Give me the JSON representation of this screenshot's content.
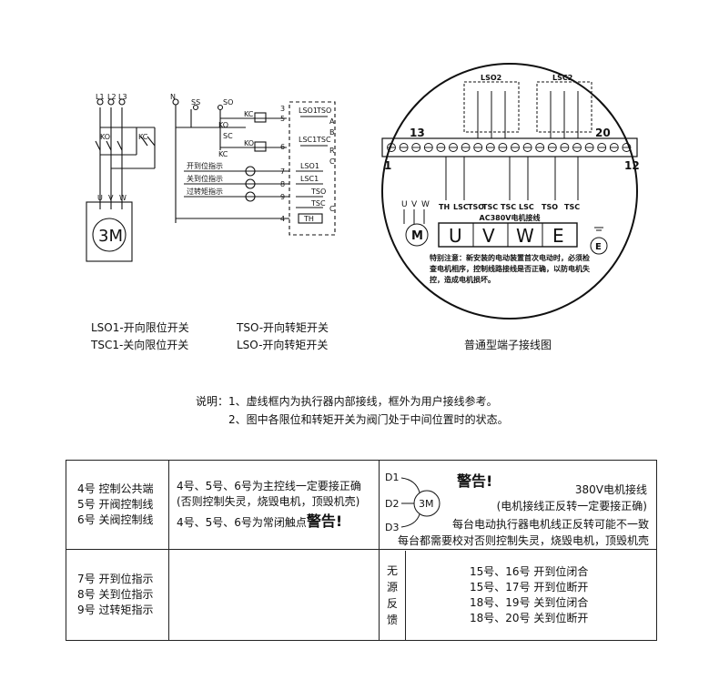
{
  "left_diagram": {
    "phases": [
      "L1",
      "L2",
      "L3",
      "N"
    ],
    "contactors": [
      "KO",
      "KC"
    ],
    "motor_label": "3M",
    "motor_terminals": [
      "U",
      "V",
      "W"
    ],
    "switch_labels": [
      "SS",
      "SO",
      "SC"
    ],
    "relay_labels": [
      "KO",
      "KC",
      "KC",
      "KO"
    ],
    "terminal_numbers": [
      "3",
      "5",
      "6",
      "7",
      "8",
      "9",
      "4"
    ],
    "limit_labels": [
      "LSO1",
      "TSO",
      "LSC1",
      "TSC",
      "LSO1",
      "LSC1",
      "TSO",
      "TSC",
      "TH"
    ],
    "indicators": [
      "开到位指示",
      "关到位指示",
      "过转矩指示"
    ],
    "small_labels": [
      "A",
      "B",
      "R",
      "C",
      "C"
    ]
  },
  "legend": [
    {
      "left": "LSO1-开向限位开关",
      "right": "TSO-开向转矩开关"
    },
    {
      "left": "TSC1-关向限位开关",
      "right": "LSO-开向转矩开关"
    }
  ],
  "right_diagram": {
    "caption": "普通型端子接线图",
    "top_labels": [
      "LSO2",
      "LSC2"
    ],
    "terminal_range_labels": [
      "13",
      "20",
      "1",
      "12"
    ],
    "bottom_labels": [
      "TH",
      "LSC",
      "TSO",
      "TSC",
      "TSC",
      "LSC",
      "TSO",
      "TSC"
    ],
    "uvw_small": [
      "U",
      "V",
      "W"
    ],
    "motor_symbol": "M",
    "box_title": "AC380V电机接线",
    "box_letters": [
      "U",
      "V",
      "W",
      "E"
    ],
    "ground_symbol": "E",
    "special_note": "特别注意：新安装的电动装置首次电动时，必须检查电机相序，控制线路接线是否正确，以防电机失控，造成电机损坏。"
  },
  "notes": {
    "title": "说明：",
    "line1": "1、虚线框内为执行器内部接线，框外为用户接线参考。",
    "line2": "2、图中各限位和转矩开关为阀门处于中间位置时的状态。"
  },
  "table": {
    "r1c1": [
      "4号 控制公共端",
      "5号 开阀控制线",
      "6号 关阀控制线"
    ],
    "r1c2_line1": "4号、5号、6号为主控线一定要接正确",
    "r1c2_line2": "(否则控制失灵，烧毁电机，顶毁机壳)",
    "r1c2_line3": "4号、5号、6号为常闭触点",
    "warning": "警告!",
    "d_labels": [
      "D1",
      "D2",
      "D3"
    ],
    "motor": "3M",
    "motor_line": "380V电机接线",
    "motor_note": "(电机接线正反转一定要接正确)",
    "motor_warn1": "每台电动执行器电机线正反转可能不一致",
    "motor_warn2": "每台都需要校对否则控制失灵，烧毁电机，顶毁机壳",
    "r2c1": [
      "7号 开到位指示",
      "8号 关到位指示",
      "9号 过转矩指示"
    ],
    "passive_label": [
      "无",
      "源",
      "反",
      "馈"
    ],
    "passive_rows": [
      "15号、16号  开到位闭合",
      "15号、17号  开到位断开",
      "18号、19号  关到位闭合",
      "18号、20号  关到位断开"
    ]
  }
}
